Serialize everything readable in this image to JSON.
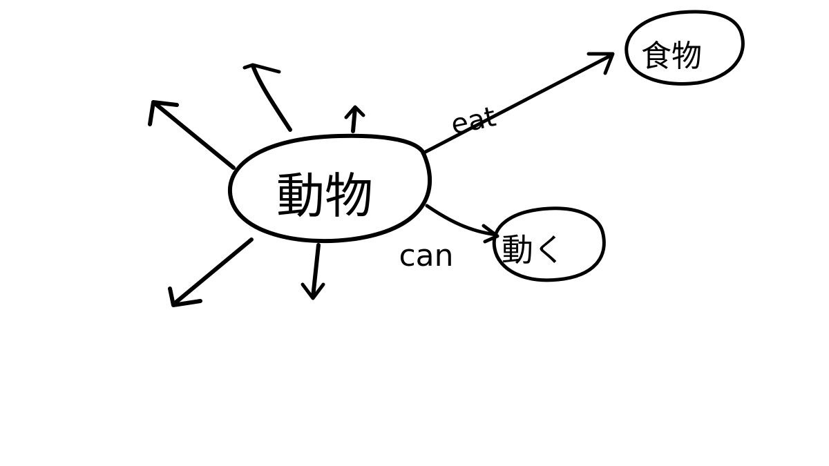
{
  "diagram": {
    "central_node": {
      "label": "動物"
    },
    "nodes": [
      {
        "id": "food",
        "label": "食物"
      },
      {
        "id": "move",
        "label": "動く"
      }
    ],
    "edges": [
      {
        "from": "central",
        "to": "food",
        "label": "eat"
      },
      {
        "from": "central",
        "to": "move",
        "label": "can"
      }
    ],
    "ink_color": "#000000",
    "background_color": "#ffffff"
  }
}
